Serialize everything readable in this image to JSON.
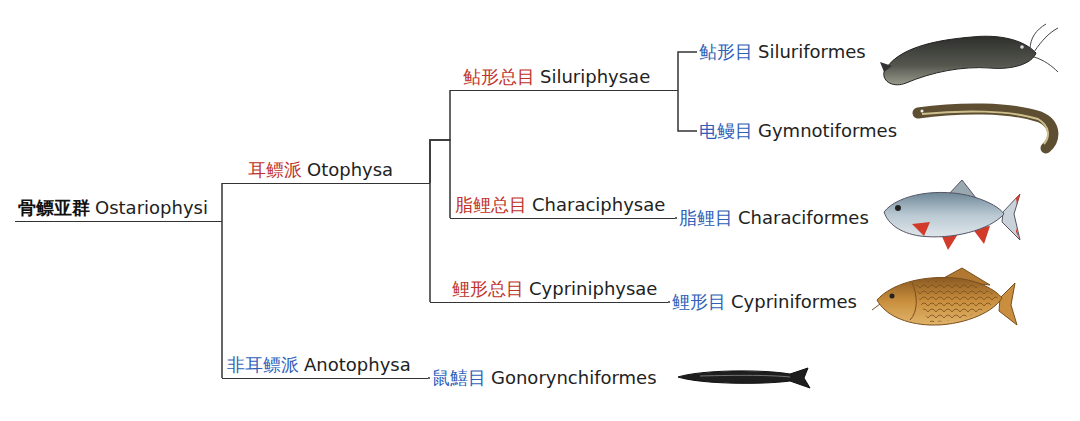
{
  "diagram": {
    "nodes": [
      {
        "text": [
          "骨鳔亚群",
          "Ostariophysi"
        ]
      },
      {
        "text": [
          "耳鳔派",
          "Otophysa"
        ]
      },
      {
        "text": [
          "鲇形总目",
          "Siluriphysae"
        ]
      },
      {
        "text": [
          "鲇形目",
          "Siluriformes"
        ]
      },
      {
        "text": [
          "电鳗目",
          "Gymnotiformes"
        ]
      },
      {
        "text": [
          "脂鲤总目",
          "Characiphysae"
        ]
      },
      {
        "text": [
          "脂鲤目",
          "Characiformes"
        ]
      },
      {
        "text": [
          "鲤形总目",
          "Cypriniphysae"
        ]
      },
      {
        "text": [
          "鲤形目",
          "Cypriniformes"
        ]
      },
      {
        "text": [
          "非耳鳔派",
          "Anotophysa"
        ]
      },
      {
        "text": [
          "鼠鱚目",
          "Gonorynchiformes"
        ]
      }
    ],
    "edges": [
      {
        "from": 0,
        "to": 1,
        "arrow": "none"
      },
      {
        "from": 0,
        "to": 9,
        "arrow": "none"
      },
      {
        "from": 1,
        "to": 2,
        "arrow": "none"
      },
      {
        "from": 1,
        "to": 5,
        "arrow": "none"
      },
      {
        "from": 1,
        "to": 7,
        "arrow": "none"
      },
      {
        "from": 2,
        "to": 3,
        "arrow": "none"
      },
      {
        "from": 2,
        "to": 4,
        "arrow": "none"
      },
      {
        "from": 5,
        "to": 6,
        "arrow": "none"
      },
      {
        "from": 7,
        "to": 8,
        "arrow": "none"
      },
      {
        "from": 9,
        "to": 10,
        "arrow": "none"
      }
    ]
  }
}
